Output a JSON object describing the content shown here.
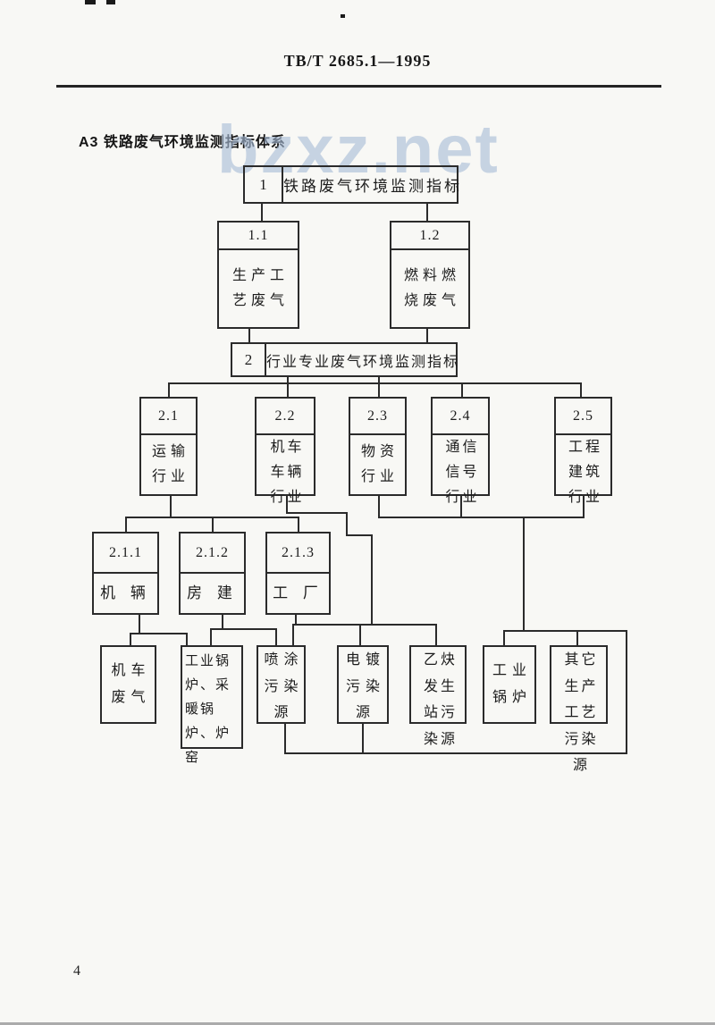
{
  "page": {
    "standard_code": "TB/T 2685.1—1995",
    "section_title": "A3  铁路废气环境监测指标体系",
    "page_number": "4",
    "watermark": "bzxz.net"
  },
  "colors": {
    "line": "#2b2b2b",
    "watermark_blue": "#a9bdd8",
    "paper": "#f8f8f5"
  },
  "nodes": {
    "n1": {
      "code": "1",
      "label": "铁路废气环境监测指标"
    },
    "n11": {
      "code": "1.1",
      "label": "生产工艺废气"
    },
    "n12": {
      "code": "1.2",
      "label": "燃料燃烧废气"
    },
    "n2": {
      "code": "2",
      "label": "行业专业废气环境监测指标"
    },
    "n21": {
      "code": "2.1",
      "label": "运输行业"
    },
    "n22": {
      "code": "2.2",
      "label": "机车车辆行业"
    },
    "n23": {
      "code": "2.3",
      "label": "物资行业"
    },
    "n24": {
      "code": "2.4",
      "label": "通信信号行业"
    },
    "n25": {
      "code": "2.5",
      "label": "工程建筑行业"
    },
    "n211": {
      "code": "2.1.1",
      "label": "机 辆"
    },
    "n212": {
      "code": "2.1.2",
      "label": "房 建"
    },
    "n213": {
      "code": "2.1.3",
      "label": "工 厂"
    },
    "L1": {
      "label": "机车废气"
    },
    "L2": {
      "label": "工业锅炉、采暖锅炉、炉窑"
    },
    "L3": {
      "label": "喷涂污染源"
    },
    "L4": {
      "label": "电镀污染源"
    },
    "L5": {
      "label": "乙炔发生站污染源"
    },
    "L6": {
      "label": "工业锅炉"
    },
    "L7": {
      "label": "其它生产工艺污染源"
    }
  },
  "diagram": {
    "type": "tree",
    "edges": [
      [
        "1",
        "1.1"
      ],
      [
        "1",
        "1.2"
      ],
      [
        "1.1",
        "2"
      ],
      [
        "1.2",
        "2"
      ],
      [
        "2",
        "2.1"
      ],
      [
        "2",
        "2.2"
      ],
      [
        "2",
        "2.3"
      ],
      [
        "2",
        "2.4"
      ],
      [
        "2",
        "2.5"
      ],
      [
        "2.1",
        "2.1.1"
      ],
      [
        "2.1",
        "2.1.2"
      ],
      [
        "2.1",
        "2.1.3"
      ],
      [
        "2.1.1",
        "机车废气"
      ],
      [
        "2.1.1",
        "工业锅炉、采暖锅炉、炉窑"
      ],
      [
        "2.1.2",
        "工业锅炉、采暖锅炉、炉窑"
      ],
      [
        "2.1.2",
        "喷涂污染源"
      ],
      [
        "2.1.3",
        "喷涂污染源"
      ],
      [
        "2.1.3",
        "电镀污染源"
      ],
      [
        "2.1.3",
        "乙炔发生站污染源"
      ],
      [
        "2.2",
        "喷涂污染源"
      ],
      [
        "2.2",
        "电镀污染源"
      ],
      [
        "2.2",
        "乙炔发生站污染源"
      ],
      [
        "2.3",
        "工业锅炉"
      ],
      [
        "2.3",
        "其它生产工艺污染源"
      ],
      [
        "2.4",
        "工业锅炉"
      ],
      [
        "2.4",
        "其它生产工艺污染源"
      ],
      [
        "2.5",
        "工业锅炉"
      ],
      [
        "2.5",
        "其它生产工艺污染源"
      ],
      [
        "2.3/2.4/2.5",
        "喷涂污染源"
      ],
      [
        "2.3/2.4/2.5",
        "电镀污染源"
      ]
    ]
  }
}
